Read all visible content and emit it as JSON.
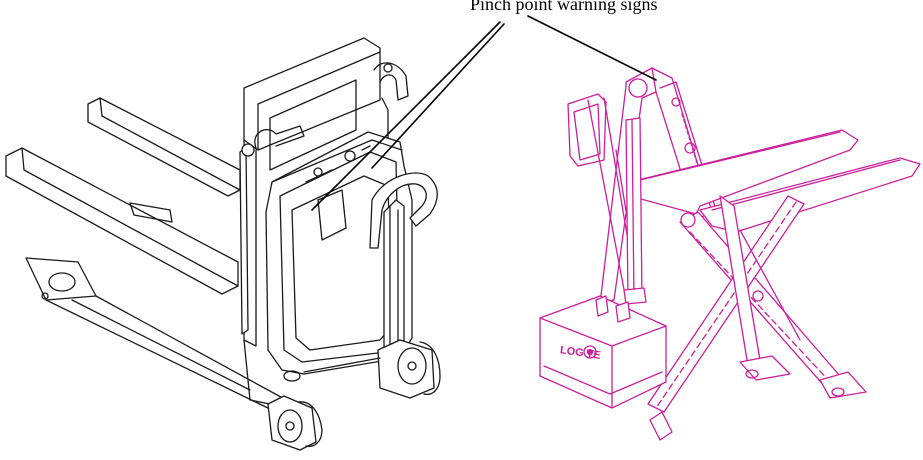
{
  "callout": {
    "label": "Pinch point warning signs"
  },
  "brand": {
    "logo_text": "LOG TE"
  },
  "colors": {
    "black_unit": "#1a1a1a",
    "magenta_unit": "#cc1f9c",
    "background": "#ffffff"
  },
  "figures": [
    {
      "name": "electric-pallet-truck",
      "style": "black line drawing"
    },
    {
      "name": "scissor-lift-pallet-truck",
      "style": "magenta line drawing"
    }
  ]
}
